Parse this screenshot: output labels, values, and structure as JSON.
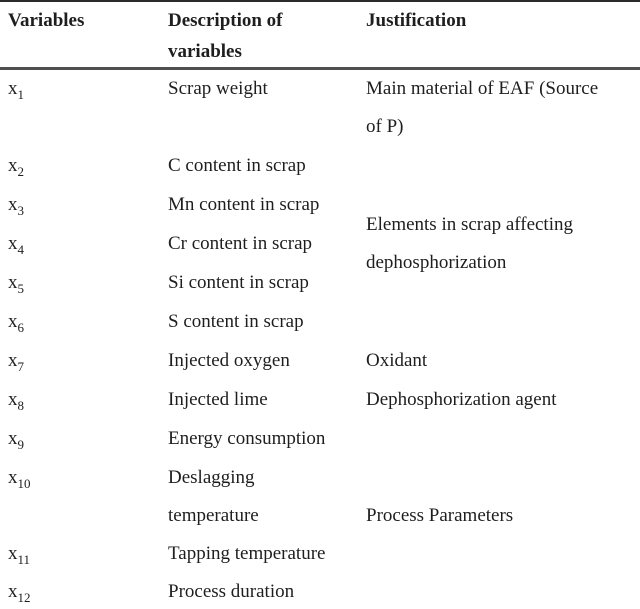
{
  "table": {
    "headers": [
      "Variables",
      "Description of\nvariables",
      "Justification"
    ],
    "rows": [
      {
        "var_base": "x",
        "var_sub": "1",
        "description": "Scrap weight",
        "justification": "Main material of EAF (Source\nof P)"
      },
      {
        "var_base": "x",
        "var_sub": "2",
        "description": "C content in scrap",
        "justification": "Elements in scrap affecting\ndephosphorization"
      },
      {
        "var_base": "x",
        "var_sub": "3",
        "description": "Mn content in scrap"
      },
      {
        "var_base": "x",
        "var_sub": "4",
        "description": "Cr content in scrap"
      },
      {
        "var_base": "x",
        "var_sub": "5",
        "description": "Si content in scrap"
      },
      {
        "var_base": "x",
        "var_sub": "6",
        "description": "S content in scrap"
      },
      {
        "var_base": "x",
        "var_sub": "7",
        "description": "Injected oxygen",
        "justification": "Oxidant"
      },
      {
        "var_base": "x",
        "var_sub": "8",
        "description": "Injected lime",
        "justification": "Dephosphorization agent"
      },
      {
        "var_base": "x",
        "var_sub": "9",
        "description": "Energy consumption",
        "justification": "Process Parameters"
      },
      {
        "var_base": "x",
        "var_sub": "10",
        "description": "Deslagging\ntemperature"
      },
      {
        "var_base": "x",
        "var_sub": "11",
        "description": "Tapping temperature"
      },
      {
        "var_base": "x",
        "var_sub": "12",
        "description": "Process duration"
      }
    ],
    "colors": {
      "top_rule": "#2b2b2b",
      "header_rule": "#4f4f4f",
      "bottom_rule": "#8e8e8e",
      "text": "#1e1e1e",
      "background": "#ffffff"
    }
  }
}
